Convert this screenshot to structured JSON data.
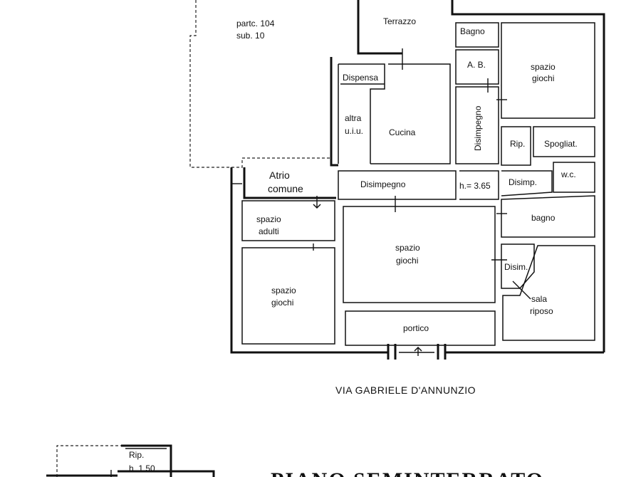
{
  "parcel": {
    "line1": "partc. 104",
    "line2": "sub. 10"
  },
  "rooms": {
    "terrazzo": "Terrazzo",
    "bagno_small": "Bagno",
    "ab": "A. B.",
    "spazio_giochi_ne_1": "spazio",
    "spazio_giochi_ne_2": "giochi",
    "dispensa": "Dispensa",
    "altra_uiu_1": "altra",
    "altra_uiu_2": "u.i.u.",
    "cucina": "Cucina",
    "disimpegno_vertical": "Disimpegno",
    "rip": "Rip.",
    "spogliat": "Spogliat.",
    "atrio_1": "Atrio",
    "atrio_2": "comune",
    "disimpegno_h": "Disimpegno",
    "height": "h.= 3.65",
    "disimp": "Disimp.",
    "wc": "w.c.",
    "spazio_adulti_1": "spazio",
    "spazio_adulti_2": "adulti",
    "bagno": "bagno",
    "spazio_giochi_c_1": "spazio",
    "spazio_giochi_c_2": "giochi",
    "disim": "Disim.",
    "spazio_giochi_w_1": "spazio",
    "spazio_giochi_w_2": "giochi",
    "sala_riposo_1": "sala",
    "sala_riposo_2": "riposo",
    "portico": "portico"
  },
  "street": "VIA GABRIELE D'ANNUNZIO",
  "basement": {
    "rip": "Rip.",
    "height": "h. 1.50",
    "title": "PIANO SEMINTERRATO"
  }
}
